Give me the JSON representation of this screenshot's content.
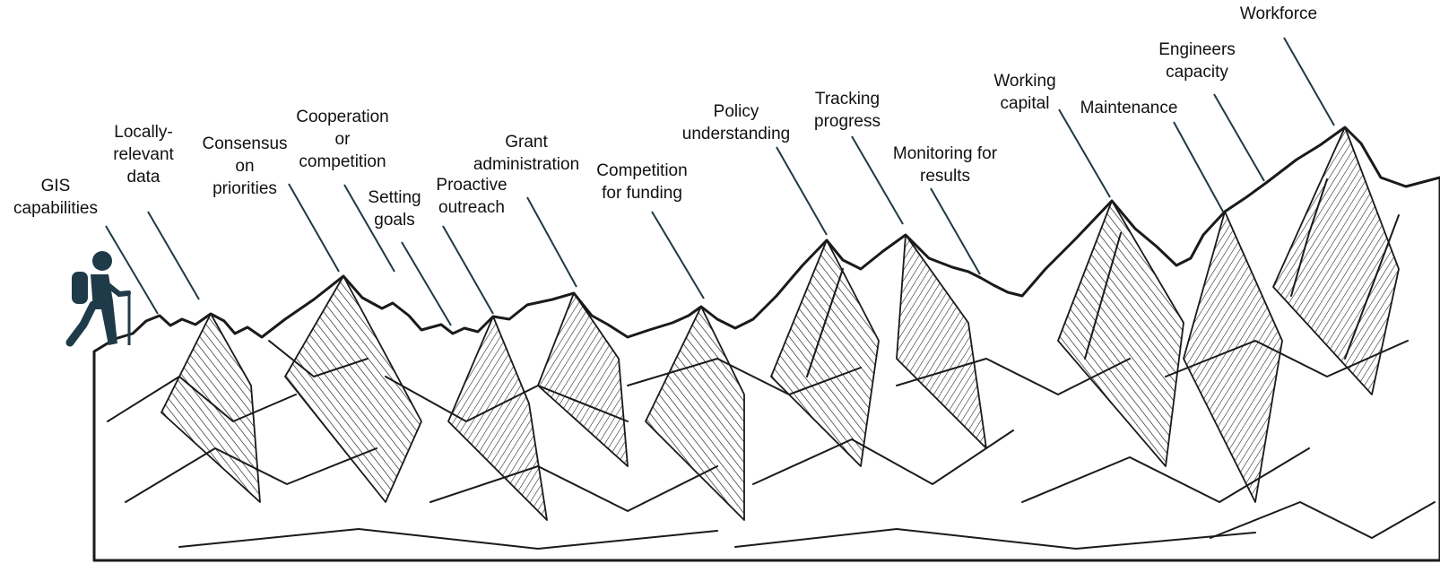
{
  "colors": {
    "ink": "#1a1a1a",
    "hiker": "#1f3b49",
    "leader": "#1e3a45",
    "background": "#ffffff"
  },
  "hiker": {
    "icon": "hiker-icon"
  },
  "labels": [
    {
      "id": "gis-capabilities",
      "lines": [
        "GIS",
        "capabilities"
      ]
    },
    {
      "id": "locally-relevant-data",
      "lines": [
        "Locally-",
        "relevant",
        "data"
      ]
    },
    {
      "id": "consensus-on-priorities",
      "lines": [
        "Consensus",
        "on",
        "priorities"
      ]
    },
    {
      "id": "cooperation-or-competition",
      "lines": [
        "Cooperation",
        "or",
        "competition"
      ]
    },
    {
      "id": "setting-goals",
      "lines": [
        "Setting",
        "goals"
      ]
    },
    {
      "id": "proactive-outreach",
      "lines": [
        "Proactive",
        "outreach"
      ]
    },
    {
      "id": "grant-administration",
      "lines": [
        "Grant",
        "administration"
      ]
    },
    {
      "id": "competition-for-funding",
      "lines": [
        "Competition",
        "for funding"
      ]
    },
    {
      "id": "policy-understanding",
      "lines": [
        "Policy",
        "understanding"
      ]
    },
    {
      "id": "tracking-progress",
      "lines": [
        "Tracking",
        "progress"
      ]
    },
    {
      "id": "monitoring-for-results",
      "lines": [
        "Monitoring for",
        "results"
      ]
    },
    {
      "id": "working-capital",
      "lines": [
        "Working",
        "capital"
      ]
    },
    {
      "id": "maintenance",
      "lines": [
        "Maintenance"
      ]
    },
    {
      "id": "engineers-capacity",
      "lines": [
        "Engineers",
        "capacity"
      ]
    },
    {
      "id": "workforce",
      "lines": [
        "Workforce"
      ]
    }
  ]
}
